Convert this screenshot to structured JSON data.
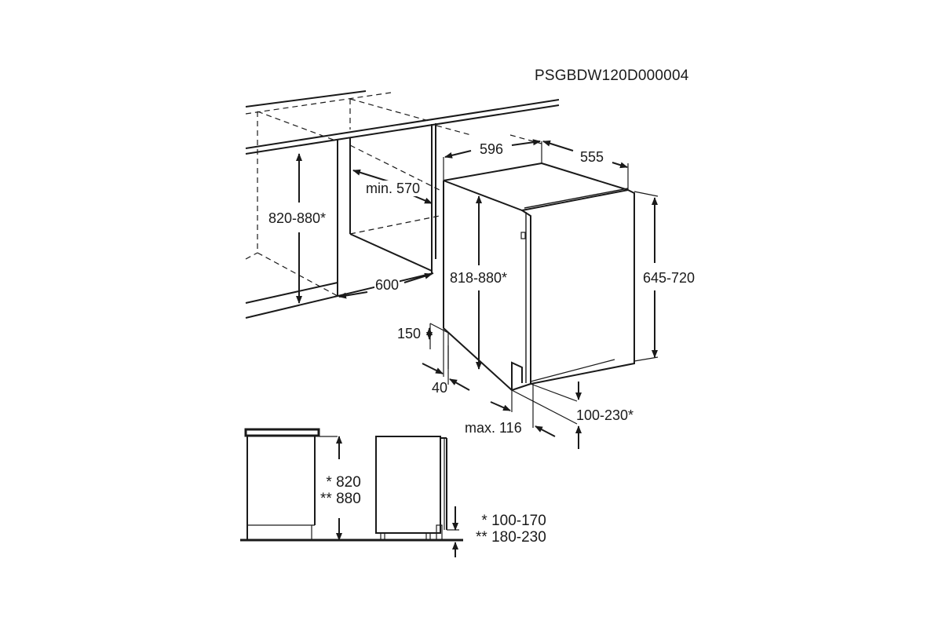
{
  "diagram": {
    "code": "PSGBDW120D000004",
    "type": "built-in dishwasher installation dimensions (mm)",
    "cabinet": {
      "height_range": "820-880*",
      "niche_depth": "min. 570",
      "niche_width": "600"
    },
    "appliance": {
      "width": "596",
      "depth": "555",
      "height_range": "818-880*",
      "door_panel_height": "645-720",
      "plinth_height": "150",
      "plinth_depth": "40",
      "max_recess": "max. 116",
      "plinth_gap_range": "100-230*"
    },
    "side_views": {
      "counter_heights": [
        "* 820",
        "** 880"
      ],
      "plinth_ranges": [
        "* 100-170",
        "** 180-230"
      ]
    }
  }
}
